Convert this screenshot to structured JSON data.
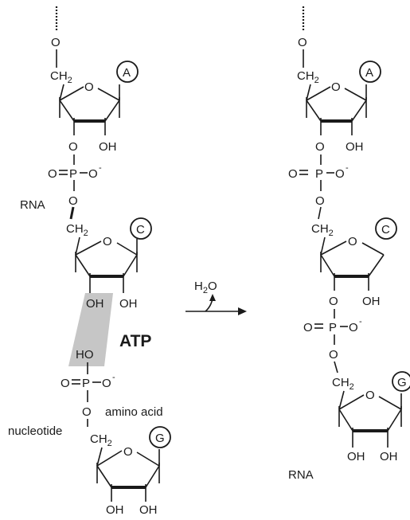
{
  "labels": {
    "rna_left": "RNA",
    "rna_right": "RNA",
    "atp": "ATP",
    "water": "H",
    "water_sub": "2",
    "water_o": "O",
    "nucleotide": "nucleotide",
    "amino_acid": "amino acid",
    "ho": "HO"
  },
  "atoms": {
    "O": "O",
    "P": "P",
    "CH": "CH",
    "sub2": "2",
    "OH": "OH",
    "neg": "-"
  },
  "bases": {
    "left_top": "A",
    "left_mid": "C",
    "left_bottom": "G",
    "right_top": "A",
    "right_mid": "C",
    "right_bottom": "G"
  }
}
